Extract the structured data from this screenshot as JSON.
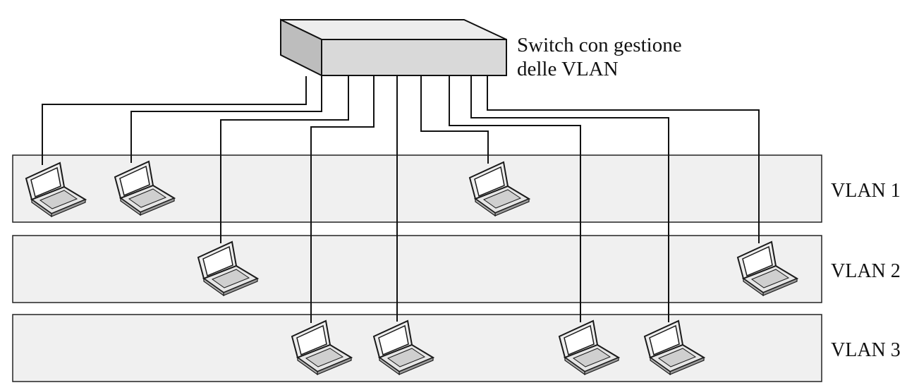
{
  "switch": {
    "label_line1": "Switch con gestione",
    "label_line2": "delle VLAN"
  },
  "vlans": [
    {
      "label": "VLAN 1",
      "laptops": 3
    },
    {
      "label": "VLAN 2",
      "laptops": 2
    },
    {
      "label": "VLAN 3",
      "laptops": 4
    }
  ],
  "colors": {
    "band_fill": "#f0f0f0",
    "switch_front": "#d9d9d9",
    "switch_top": "#ededed",
    "switch_side": "#bdbdbd",
    "line": "#111111"
  },
  "icons": {
    "host": "laptop-icon",
    "device": "switch-icon"
  }
}
